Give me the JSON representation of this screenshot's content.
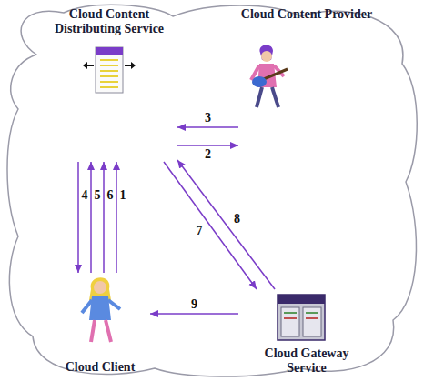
{
  "diagram": {
    "nodes": [
      {
        "text": [
          "Cloud Content Distributing Service"
        ]
      },
      {
        "text": [
          "Cloud Content Provider"
        ]
      },
      {
        "text": [
          "Cloud Client"
        ]
      },
      {
        "text": [
          "Cloud Gateway Service"
        ]
      }
    ],
    "edges": [
      {
        "from": 2,
        "to": 0,
        "arrow": "to",
        "label": "1"
      },
      {
        "from": 0,
        "to": 1,
        "arrow": "to",
        "label": "2"
      },
      {
        "from": 1,
        "to": 0,
        "arrow": "to",
        "label": "3"
      },
      {
        "from": 0,
        "to": 2,
        "arrow": "to",
        "label": "4"
      },
      {
        "from": 2,
        "to": 0,
        "arrow": "to",
        "label": "5"
      },
      {
        "from": 2,
        "to": 0,
        "arrow": "to",
        "label": "6"
      },
      {
        "from": 0,
        "to": 3,
        "arrow": "to",
        "label": "7"
      },
      {
        "from": 3,
        "to": 0,
        "arrow": "to",
        "label": "8"
      },
      {
        "from": 3,
        "to": 2,
        "arrow": "to",
        "label": "9"
      }
    ]
  }
}
